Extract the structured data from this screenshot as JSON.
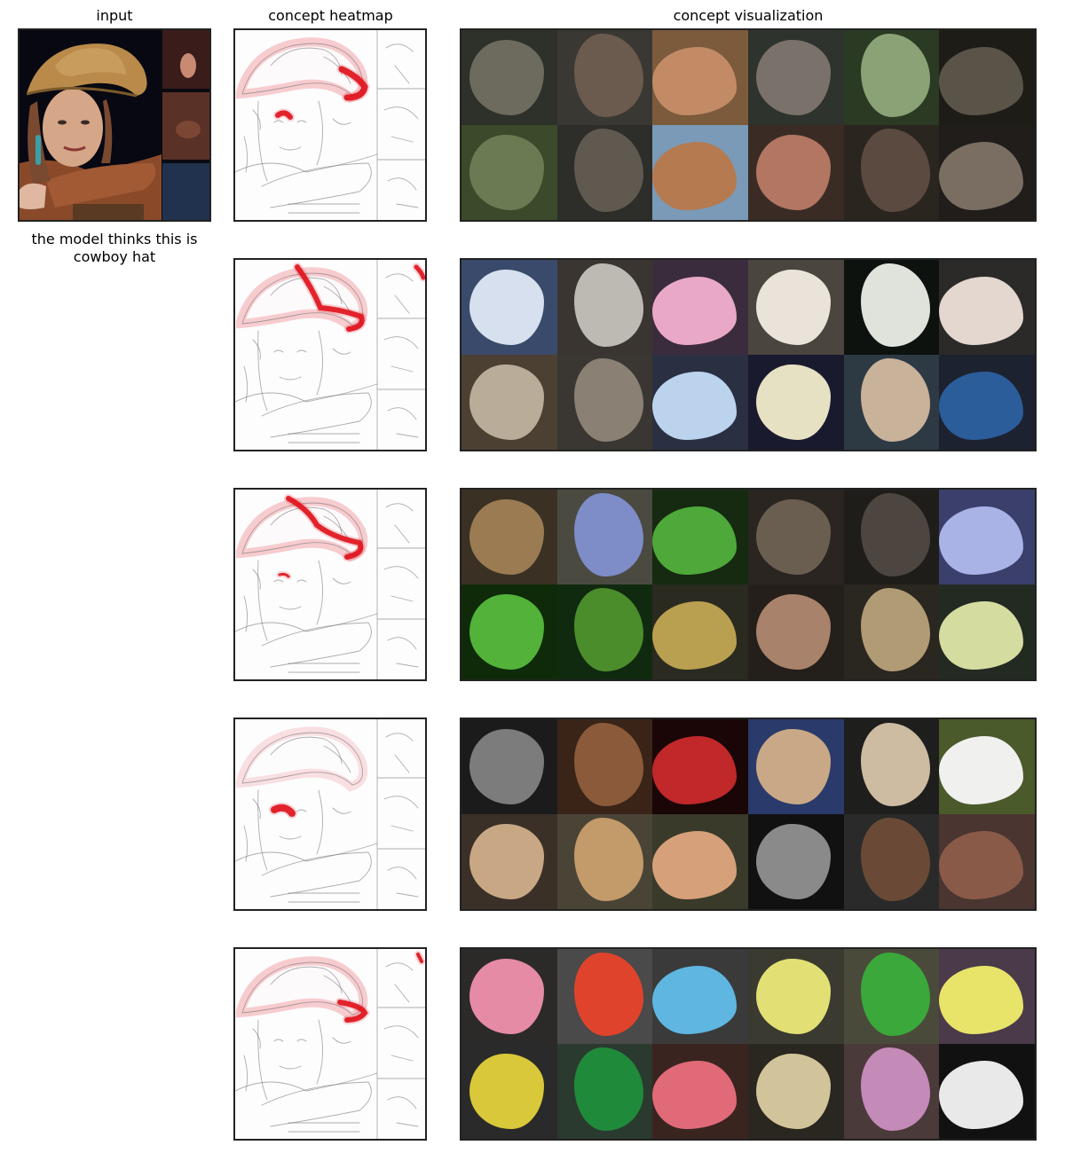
{
  "headers": {
    "input": "input",
    "heatmap": "concept heatmap",
    "visualization": "concept visualization"
  },
  "prediction": "the model thinks this is cowboy hat",
  "colors": {
    "heat_red": "#e0101a",
    "frame": "#222222",
    "background": "#ffffff"
  },
  "concept_rows": [
    {
      "tiles": [
        {
          "bg": "#2e302a",
          "fg": "#6d6a5e",
          "shape": "b1"
        },
        {
          "bg": "#3a3833",
          "fg": "#6b5a4e",
          "shape": "b2"
        },
        {
          "bg": "#7c5b3c",
          "fg": "#c28b66",
          "shape": "b3"
        },
        {
          "bg": "#2f332e",
          "fg": "#7a726a",
          "shape": "b1"
        },
        {
          "bg": "#2b3a22",
          "fg": "#8aa276",
          "shape": "b2"
        },
        {
          "bg": "#1d1c17",
          "fg": "#5a5448",
          "shape": "b3"
        },
        {
          "bg": "#3a4a2a",
          "fg": "#6b7a52",
          "shape": "b1"
        },
        {
          "bg": "#2d2d2a",
          "fg": "#5f5950",
          "shape": "b2"
        },
        {
          "bg": "#7a9ab8",
          "fg": "#b57a50",
          "shape": "b3"
        },
        {
          "bg": "#3a2c24",
          "fg": "#b27662",
          "shape": "b1"
        },
        {
          "bg": "#2b2520",
          "fg": "#5b4a40",
          "shape": "b2"
        },
        {
          "bg": "#201d1b",
          "fg": "#7a6e62",
          "shape": "b3"
        }
      ]
    },
    {
      "tiles": [
        {
          "bg": "#3a4a6a",
          "fg": "#d7e0ee",
          "shape": "b1"
        },
        {
          "bg": "#3a3530",
          "fg": "#bdbab4",
          "shape": "b2"
        },
        {
          "bg": "#3b2c3d",
          "fg": "#e9a9c6",
          "shape": "b3"
        },
        {
          "bg": "#4b4540",
          "fg": "#e9e3d9",
          "shape": "b1"
        },
        {
          "bg": "#0d120f",
          "fg": "#dfe3dc",
          "shape": "b2"
        },
        {
          "bg": "#2b2a28",
          "fg": "#e3d7d0",
          "shape": "b3"
        },
        {
          "bg": "#4c4033",
          "fg": "#b9ad9a",
          "shape": "b1"
        },
        {
          "bg": "#3a3632",
          "fg": "#8a8074",
          "shape": "b2"
        },
        {
          "bg": "#2a3042",
          "fg": "#bcd3ee",
          "shape": "b3"
        },
        {
          "bg": "#1a1a2e",
          "fg": "#e7e1c4",
          "shape": "b1"
        },
        {
          "bg": "#2d3a44",
          "fg": "#c9b29a",
          "shape": "b2"
        },
        {
          "bg": "#1d2230",
          "fg": "#2b5d9a",
          "shape": "b3"
        }
      ]
    },
    {
      "tiles": [
        {
          "bg": "#3a3024",
          "fg": "#9a7b52",
          "shape": "b1"
        },
        {
          "bg": "#4a4a40",
          "fg": "#7e8cc8",
          "shape": "b2"
        },
        {
          "bg": "#152a10",
          "fg": "#4ea83a",
          "shape": "b3"
        },
        {
          "bg": "#2a2520",
          "fg": "#6a5e50",
          "shape": "b1"
        },
        {
          "bg": "#1f1d1a",
          "fg": "#4d4540",
          "shape": "b2"
        },
        {
          "bg": "#3b3f6b",
          "fg": "#a9b3e6",
          "shape": "b3"
        },
        {
          "bg": "#0f2a08",
          "fg": "#52b23a",
          "shape": "b1"
        },
        {
          "bg": "#102a10",
          "fg": "#4b8d2a",
          "shape": "b2"
        },
        {
          "bg": "#2a2a20",
          "fg": "#b9a050",
          "shape": "b3"
        },
        {
          "bg": "#241f1a",
          "fg": "#a8826a",
          "shape": "b1"
        },
        {
          "bg": "#2a2620",
          "fg": "#b09b74",
          "shape": "b2"
        },
        {
          "bg": "#232a22",
          "fg": "#d5dca0",
          "shape": "b3"
        }
      ]
    },
    {
      "tiles": [
        {
          "bg": "#1b1b1b",
          "fg": "#7c7c7c",
          "shape": "b1"
        },
        {
          "bg": "#3a2418",
          "fg": "#8a5a3a",
          "shape": "b2"
        },
        {
          "bg": "#1a0606",
          "fg": "#c0282a",
          "shape": "b3"
        },
        {
          "bg": "#2a3a6a",
          "fg": "#c9a887",
          "shape": "b1"
        },
        {
          "bg": "#1e1e1c",
          "fg": "#cdbba2",
          "shape": "b2"
        },
        {
          "bg": "#4a5a2a",
          "fg": "#f0f0ee",
          "shape": "b3"
        },
        {
          "bg": "#3a3028",
          "fg": "#c8a884",
          "shape": "b1"
        },
        {
          "bg": "#4a4436",
          "fg": "#c39a6a",
          "shape": "b2"
        },
        {
          "bg": "#3a3a2a",
          "fg": "#d6a07a",
          "shape": "b3"
        },
        {
          "bg": "#111111",
          "fg": "#8a8a8a",
          "shape": "b1"
        },
        {
          "bg": "#2a2a2a",
          "fg": "#6a4a36",
          "shape": "b2"
        },
        {
          "bg": "#4a3530",
          "fg": "#8a5a48",
          "shape": "b3"
        }
      ]
    },
    {
      "tiles": [
        {
          "bg": "#2c2a28",
          "fg": "#e58ba6",
          "shape": "b1"
        },
        {
          "bg": "#4a4a4a",
          "fg": "#e0432c",
          "shape": "b2"
        },
        {
          "bg": "#3a3a3a",
          "fg": "#5fb6e0",
          "shape": "b3"
        },
        {
          "bg": "#3a3a30",
          "fg": "#e2e074",
          "shape": "b1"
        },
        {
          "bg": "#4a4a3a",
          "fg": "#3aa83a",
          "shape": "b2"
        },
        {
          "bg": "#4a3a4a",
          "fg": "#e8e46a",
          "shape": "b3"
        },
        {
          "bg": "#2a2a2a",
          "fg": "#d9c83a",
          "shape": "b1"
        },
        {
          "bg": "#2a3a2e",
          "fg": "#1f8a3a",
          "shape": "b2"
        },
        {
          "bg": "#3a2420",
          "fg": "#e06a78",
          "shape": "b3"
        },
        {
          "bg": "#2a2620",
          "fg": "#d2c49a",
          "shape": "b1"
        },
        {
          "bg": "#4a3a3a",
          "fg": "#c48ab8",
          "shape": "b2"
        },
        {
          "bg": "#111111",
          "fg": "#e9e9e9",
          "shape": "b3"
        }
      ]
    }
  ]
}
